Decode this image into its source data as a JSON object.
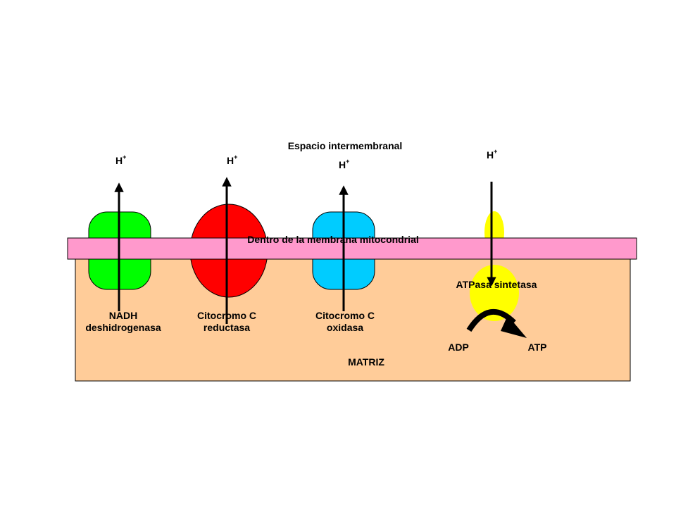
{
  "title": "Espacio intermembranal",
  "membrane_label": "Dentro de la membrana mitocondrial",
  "matrix_label": "MATRIZ",
  "proton": {
    "base": "H",
    "charge": "+"
  },
  "complexes": [
    {
      "line1": "NADH",
      "line2": "deshidrogenasa",
      "color": "#00ff00"
    },
    {
      "line1": "Citocromo C",
      "line2": "reductasa",
      "color": "#ff0000"
    },
    {
      "line1": "Citocromo C",
      "line2": "oxidasa",
      "color": "#00ccff"
    }
  ],
  "atp_synthase": {
    "label": "ATPasa sintetasa",
    "color": "#ffff00"
  },
  "reaction": {
    "from": "ADP",
    "to": "ATP"
  },
  "colors": {
    "matrix": "#ffcc99",
    "membrane": "#ff99cc",
    "arrow": "#000000"
  }
}
